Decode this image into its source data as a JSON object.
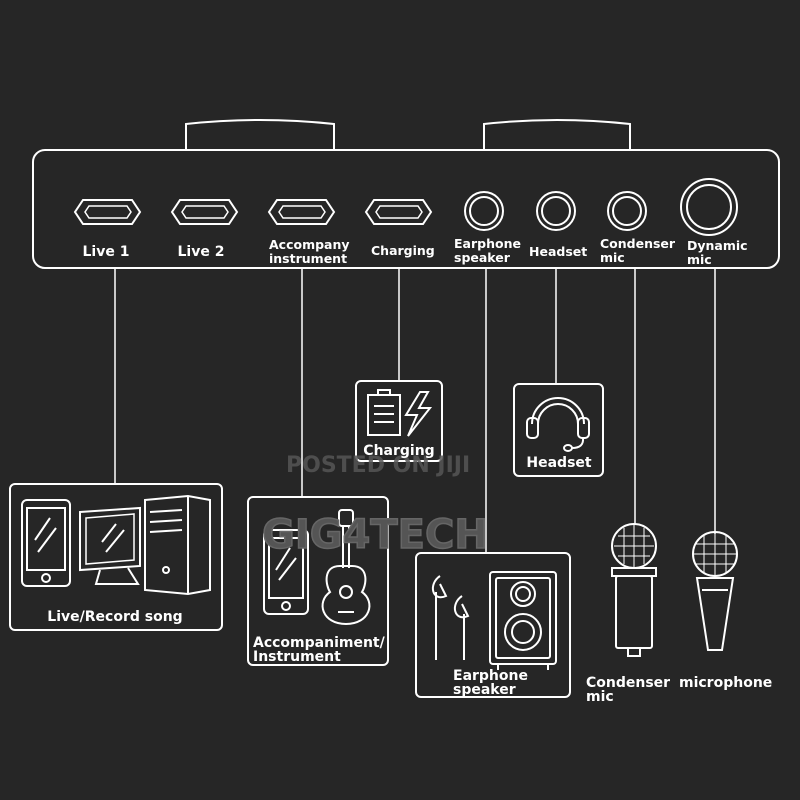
{
  "ports": [
    {
      "line1": "Live 1",
      "line2": ""
    },
    {
      "line1": "Live 2",
      "line2": ""
    },
    {
      "line1": "Accompany",
      "line2": "instrument"
    },
    {
      "line1": "Charging",
      "line2": ""
    },
    {
      "line1": "Earphone",
      "line2": "speaker"
    },
    {
      "line1": "Headset",
      "line2": ""
    },
    {
      "line1": "Condenser",
      "line2": "mic"
    },
    {
      "line1": "Dynamic",
      "line2": "mic"
    }
  ],
  "devices": {
    "live_record": "Live/Record song",
    "accompaniment_line1": "Accompaniment/",
    "accompaniment_line2": "Instrument",
    "charging": "Charging",
    "earphone_line1": "Earphone",
    "earphone_line2": "speaker",
    "headset": "Headset",
    "condenser_line1": "Condenser",
    "condenser_line2": "mic",
    "microphone": "microphone"
  },
  "watermark": {
    "posted": "POSTED ON JIJI",
    "brand": "GIG4TECH"
  },
  "colors": {
    "background": "#262626",
    "line": "#ffffff",
    "watermark": "#555555"
  }
}
